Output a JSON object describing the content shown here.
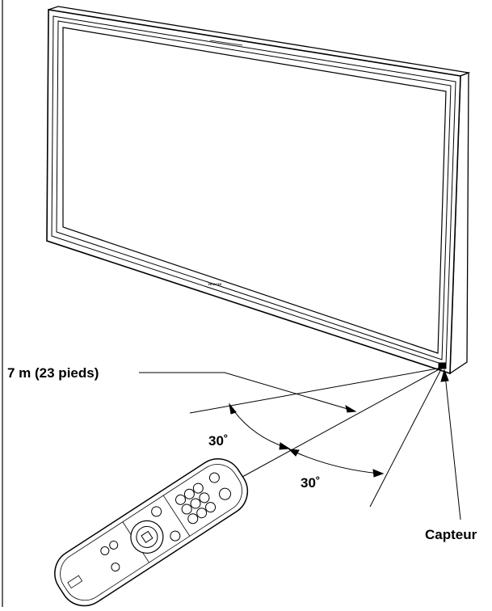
{
  "labels": {
    "distance": "7 m (23 pieds)",
    "angle_upper": "30˚",
    "angle_lower": "30˚",
    "sensor": "Capteur"
  },
  "brand": {
    "logo_text": "HITACHI"
  },
  "colors": {
    "stroke": "#000000",
    "background": "#ffffff"
  }
}
